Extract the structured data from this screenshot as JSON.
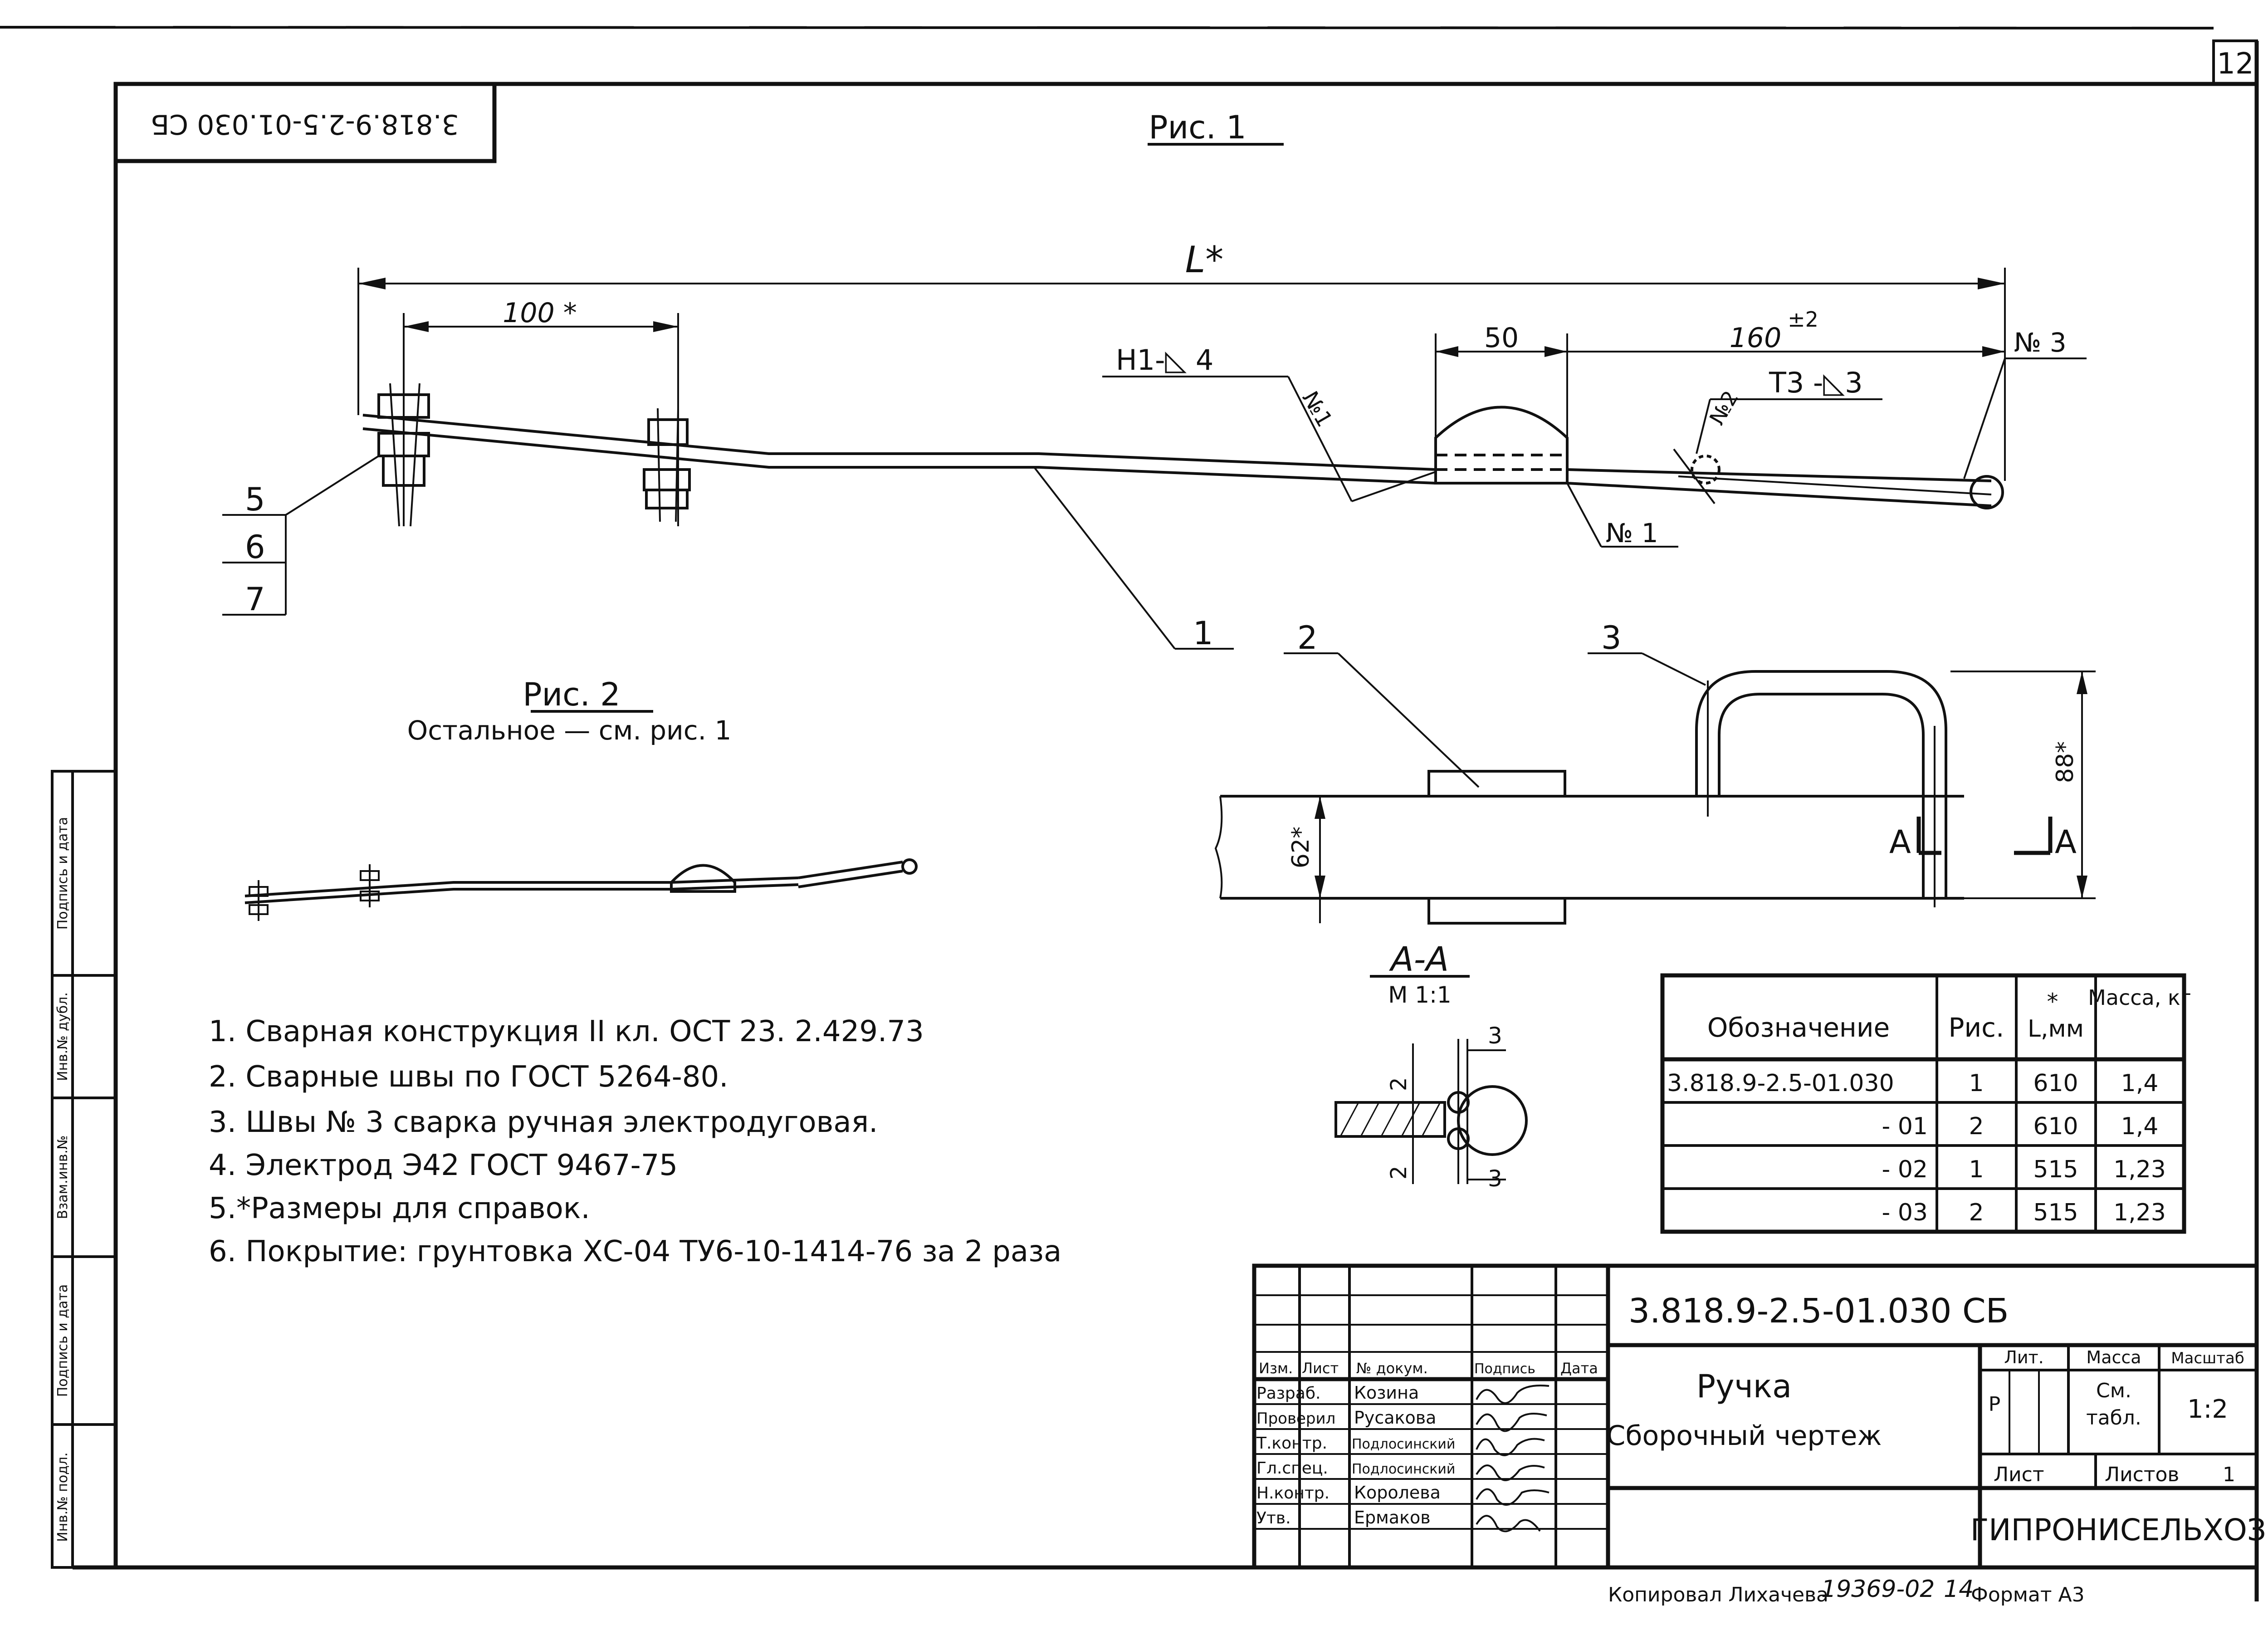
{
  "sheet_number": "12",
  "rotated_code": "3.818.9-2.5-01.030 СБ",
  "fig1_title": "Рис. 1",
  "fig1": {
    "dim_L": "L*",
    "dim_100": "100 *",
    "dim_50": "50",
    "dim_160": "160",
    "dim_160_tol": "±2",
    "weld_h1": "Н1-◺ 4",
    "weld_t3": "Т3 -◺3",
    "weld_no1_a": "№1",
    "weld_no1_b": "№ 1",
    "weld_no2": "№2",
    "weld_no3": "№ 3",
    "pos_5": "5",
    "pos_6": "6",
    "pos_7": "7",
    "pos_1": "1"
  },
  "fig2_title": "Рис. 2",
  "fig2_note": "Остальное — см. рис. 1",
  "section": {
    "pos_2": "2",
    "pos_3": "3",
    "dim_62": "62*",
    "dim_88": "88*",
    "cut_left": "А",
    "cut_right": "А"
  },
  "aa_detail": {
    "title": "А-А",
    "scale": "М 1:1",
    "dim_top": "3",
    "dim_bottom": "3",
    "dim_left_top": "2",
    "dim_left_bottom": "2"
  },
  "notes": [
    "1. Сварная конструкция  II кл. ОСТ 23. 2.429.73",
    "2. Сварные  швы по  ГОСТ 5264-80.",
    "3. Швы № 3  сварка  ручная  электродуговая.",
    "4. Электрод  Э42  ГОСТ 9467-75",
    "5.*Размеры  для  справок.",
    "6. Покрытие:  грунтовка  ХС-04 ТУ6-10-1414-76  за 2 раза"
  ],
  "variants_table": {
    "headers": [
      "Обозначение",
      "Рис.",
      "L,мм",
      "Масса, кг"
    ],
    "header_star": "*",
    "rows": [
      [
        "3.818.9-2.5-01.030",
        "1",
        "610",
        "1,4"
      ],
      [
        "- 01",
        "2",
        "610",
        "1,4"
      ],
      [
        "- 02",
        "1",
        "515",
        "1,23"
      ],
      [
        "- 03",
        "2",
        "515",
        "1,23"
      ]
    ]
  },
  "title_block": {
    "designation": "3.818.9-2.5-01.030 СБ",
    "name_line1": "Ручка",
    "name_line2": "Сборочный чертеж",
    "col_headers": [
      "Изм.",
      "Лист",
      "№ докум.",
      "Подпись",
      "Дата"
    ],
    "roles": [
      {
        "role": "Разраб.",
        "name": "Козина"
      },
      {
        "role": "Проверил",
        "name": "Русакова"
      },
      {
        "role": "Т.контр.",
        "name": "Подлосинский"
      },
      {
        "role": "Гл.спец.",
        "name": "Подлосинский"
      },
      {
        "role": "Н.контр.",
        "name": "Королева"
      },
      {
        "role": "Утв.",
        "name": "Ермаков"
      }
    ],
    "lit_label": "Лит.",
    "mass_label": "Масса",
    "scale_label": "Масштаб",
    "lit_value": "Р",
    "mass_value_1": "См.",
    "mass_value_2": "табл.",
    "scale_value": "1:2",
    "sheet_label": "Лист",
    "sheets_label": "Листов",
    "sheets_value": "1",
    "organization": "ГИПРОНИСЕЛЬХОЗ"
  },
  "bottom_line": {
    "copied": "Копировал Лихачева",
    "order": "19369-02",
    "num": "14",
    "format": "Формат А3"
  },
  "side_stamps": [
    "Инв.№ подл.",
    "Подпись и дата",
    "Взам.инв.№",
    "Инв.№ дубл.",
    "Подпись и дата"
  ]
}
